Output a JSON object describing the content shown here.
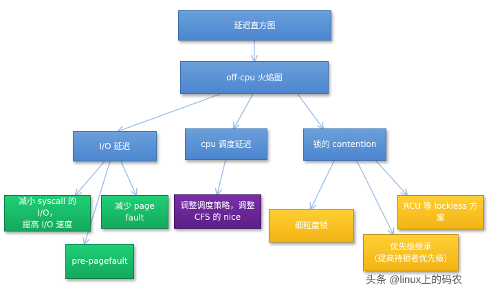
{
  "nodes": {
    "latency_histogram": "延迟直方图",
    "offcpu_flamegraph": "off-cpu 火焰图",
    "io_latency": "I/O 延迟",
    "cpu_sched_latency": "cpu 调度延迟",
    "lock_contention": "锁的 contention",
    "reduce_syscall_line1": "减小 syscall 的 I/O，",
    "reduce_syscall_line2": "提高 I/O 速度",
    "reduce_pagefault_line1": "减少 page",
    "reduce_pagefault_line2": "fault",
    "pre_pagefault": "pre-pagefault",
    "adjust_sched_line1": "调整调度策略，调整",
    "adjust_sched_line2": "CFS 的 nice",
    "fine_grained_lock": "细粒度锁",
    "rcu_lockless_line1": "RCU 等 lockless 方",
    "rcu_lockless_line2": "案",
    "priority_inherit_line1": "优先级继承",
    "priority_inherit_line2": "（提高持锁者优先级）"
  },
  "colors": {
    "blue": "#5b95d8",
    "green": "#18bd68",
    "purple": "#6a26a0",
    "yellow": "#f9c21f",
    "edge": "#9dbde6"
  },
  "watermark": "头条 @linux上的码农"
}
